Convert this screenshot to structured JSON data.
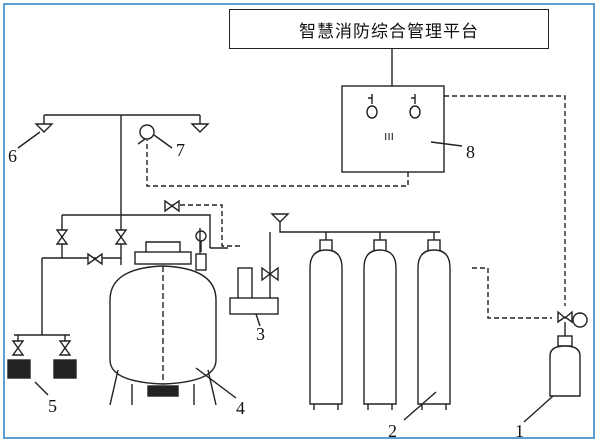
{
  "platform": {
    "title": "智慧消防综合管理平台"
  },
  "labels": {
    "n1": "1",
    "n2": "2",
    "n3": "3",
    "n4": "4",
    "n5": "5",
    "n6": "6",
    "n7": "7",
    "n8": "8"
  },
  "panel": {
    "text": "ııı"
  },
  "colors": {
    "line": "#222222",
    "frame": "#5aa0d6"
  }
}
